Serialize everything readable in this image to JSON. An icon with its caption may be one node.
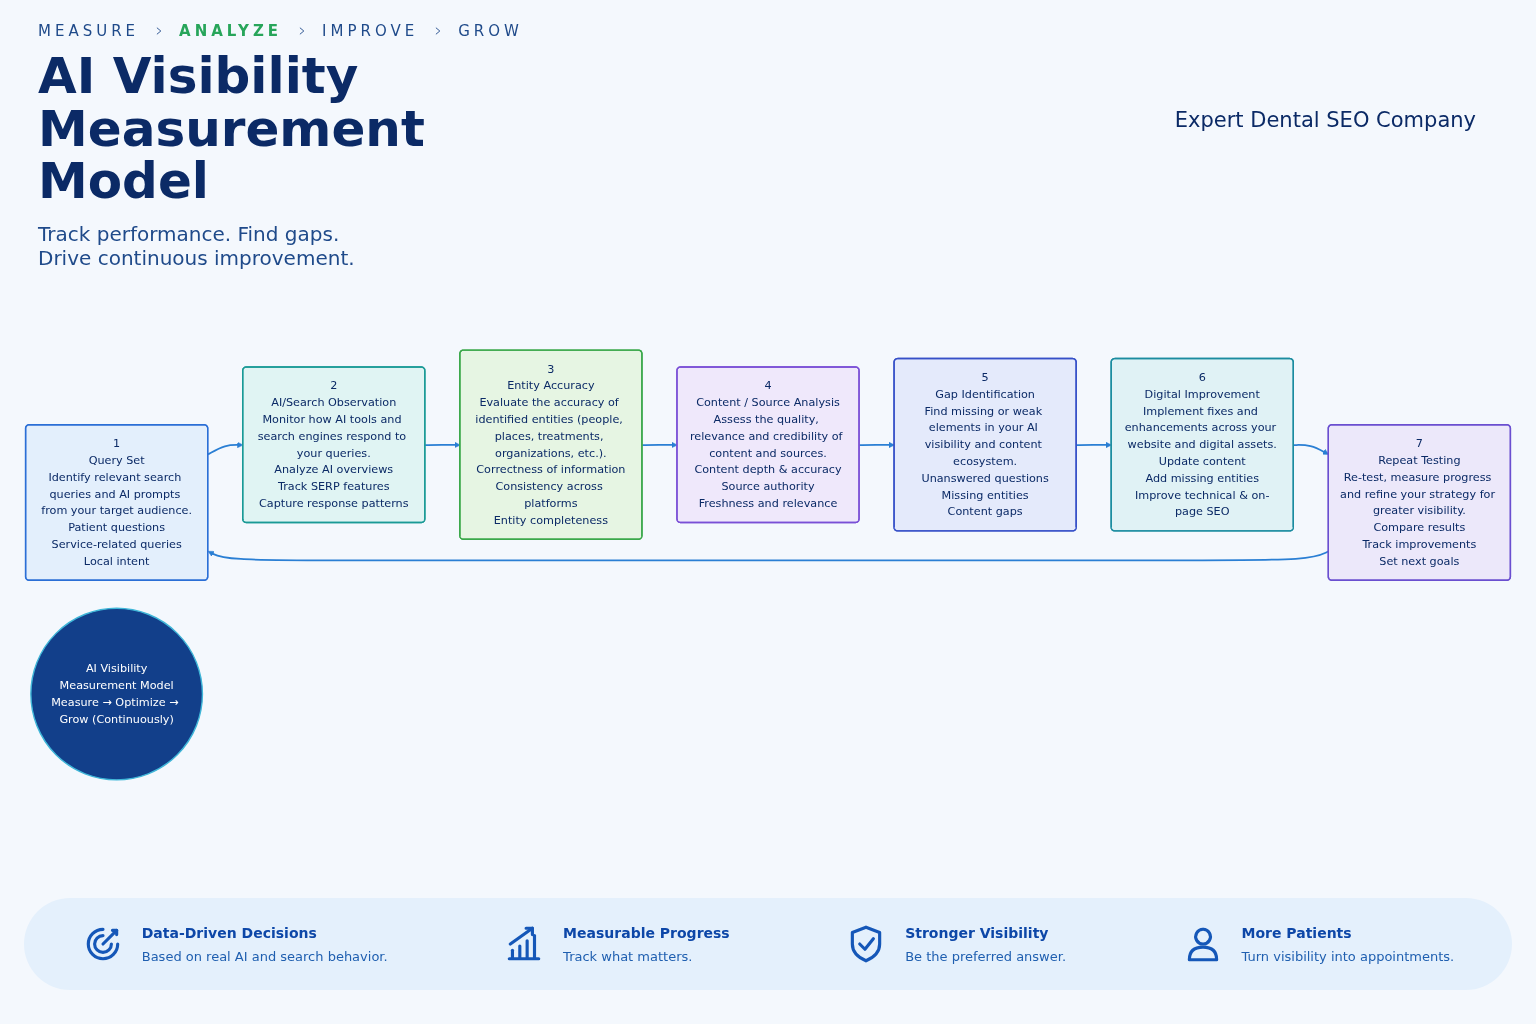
{
  "diagram": {
    "title": "AI Visibility Measurement Model",
    "nodes": [
      {
        "text": [
          "1",
          "Query Set",
          "Identify relevant search queries and AI prompts from your target audience.",
          "Patient questions",
          "Service-related queries",
          "Local intent"
        ]
      },
      {
        "text": [
          "2",
          "AI/Search Observation",
          "Monitor how AI tools and search engines respond to your queries.",
          "Analyze AI overviews",
          "Track SERP features",
          "Capture response patterns"
        ]
      },
      {
        "text": [
          "3",
          "Entity Accuracy",
          "Evaluate the accuracy of identified entities (people, places, treatments, organizations, etc.).",
          "Correctness of information",
          "Consistency across platforms",
          "Entity completeness"
        ]
      },
      {
        "text": [
          "4",
          "Content / Source Analysis",
          "Assess the quality, relevance and credibility of content and sources.",
          "Content depth & accuracy",
          "Source authority",
          "Freshness and relevance"
        ]
      },
      {
        "text": [
          "5",
          "Gap Identification",
          "Find missing or weak elements in your AI visibility and content ecosystem.",
          "Unanswered questions",
          "Missing entities",
          "Content gaps"
        ]
      },
      {
        "text": [
          "6",
          "Digital Improvement",
          "Implement fixes and enhancements across your website and digital assets.",
          "Update content",
          "Add missing entities",
          "Improve technical & on-page SEO"
        ]
      },
      {
        "text": [
          "7",
          "Repeat Testing",
          "Re-test, measure progress and refine your strategy for greater visibility.",
          "Compare results",
          "Track improvements",
          "Set next goals"
        ]
      },
      {
        "text": [
          "AI Visibility",
          "Measurement Model",
          "Measure → Optimize → Grow (Continuously)"
        ]
      }
    ],
    "edges": [
      {
        "from": 0,
        "to": 1,
        "arrow": "to"
      },
      {
        "from": 1,
        "to": 2,
        "arrow": "to"
      },
      {
        "from": 2,
        "to": 3,
        "arrow": "to"
      },
      {
        "from": 3,
        "to": 4,
        "arrow": "to"
      },
      {
        "from": 4,
        "to": 5,
        "arrow": "to"
      },
      {
        "from": 5,
        "to": 6,
        "arrow": "to"
      },
      {
        "from": 6,
        "to": 0,
        "arrow": "to"
      }
    ],
    "labels": [
      "MEASURE",
      "ANALYZE",
      "IMPROVE",
      "GROW",
      "Track performance. Find gaps. Drive continuous improvement.",
      "Expert Dental SEO Company",
      "Data-Driven Decisions",
      "Based on real AI and search behavior.",
      "Measurable Progress",
      "Track what matters.",
      "Stronger Visibility",
      "Be the preferred answer.",
      "More Patients",
      "Turn visibility into appointments."
    ]
  }
}
